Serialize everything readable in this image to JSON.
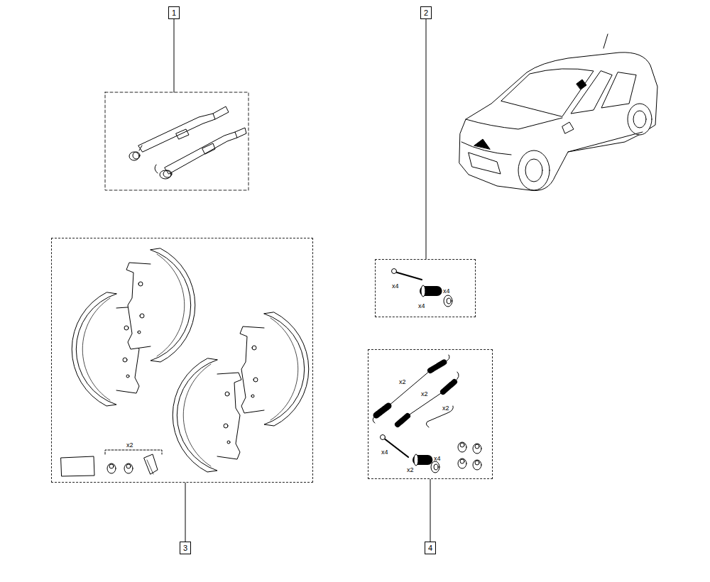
{
  "diagram": {
    "nodes": [
      {
        "text": [
          "1"
        ]
      },
      {
        "text": [
          "2"
        ]
      },
      {
        "text": [
          "x4",
          "x4",
          "x4"
        ]
      },
      {
        "text": [
          "x2"
        ]
      },
      {
        "text": [
          "3"
        ]
      },
      {
        "text": [
          "x2",
          "x2",
          "x2",
          "x4",
          "x2",
          "x4"
        ]
      },
      {
        "text": [
          "4"
        ]
      }
    ],
    "edges": [
      {
        "from": 1,
        "to": 2,
        "arrow": "none"
      },
      {
        "from": 4,
        "to": 3,
        "arrow": "none"
      },
      {
        "from": 6,
        "to": 5,
        "arrow": "none"
      }
    ]
  }
}
